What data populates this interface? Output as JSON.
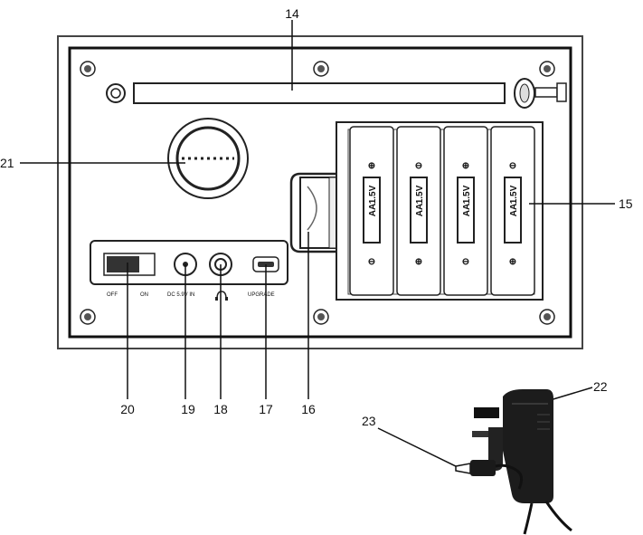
{
  "callouts": {
    "c14": "14",
    "c15": "15",
    "c16": "16",
    "c17": "17",
    "c18": "18",
    "c19": "19",
    "c20": "20",
    "c21": "21",
    "c22": "22",
    "c23": "23"
  },
  "panel_labels": {
    "off": "OFF",
    "on": "ON",
    "dc_in": "DC 5.9V IN",
    "upgrade": "UPGRADE"
  },
  "battery": {
    "type": "AA",
    "voltage": "1.5V",
    "plus": "⊕",
    "minus": "⊖"
  },
  "icons": {
    "headphone": "headphone-icon"
  }
}
